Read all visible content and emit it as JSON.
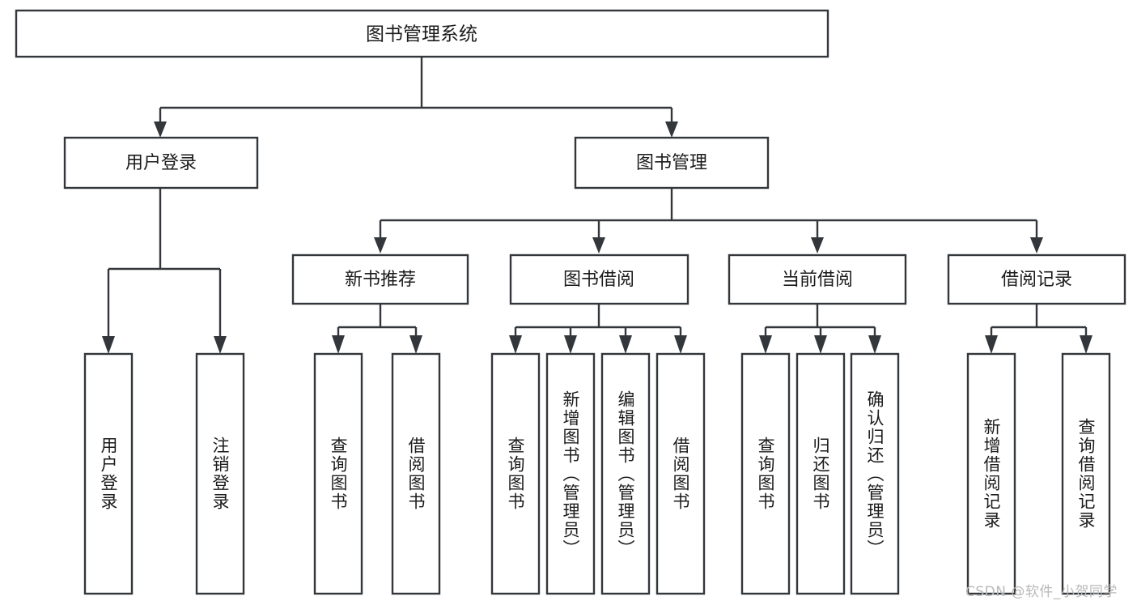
{
  "diagram": {
    "type": "tree",
    "title_node": {
      "label": "图书管理系统"
    },
    "level2": [
      {
        "label": "用户登录"
      },
      {
        "label": "图书管理"
      }
    ],
    "level3": [
      {
        "label": "新书推荐"
      },
      {
        "label": "图书借阅"
      },
      {
        "label": "当前借阅"
      },
      {
        "label": "借阅记录"
      }
    ],
    "leaves": {
      "user_login": [
        {
          "label": "用户登录"
        },
        {
          "label": "注销登录"
        }
      ],
      "new_book_recommend": [
        {
          "label": "查询图书"
        },
        {
          "label": "借阅图书"
        }
      ],
      "book_borrow": [
        {
          "label": "查询图书"
        },
        {
          "label": "新增图书（管理员）"
        },
        {
          "label": "编辑图书（管理员）"
        },
        {
          "label": "借阅图书"
        }
      ],
      "current_borrow": [
        {
          "label": "查询图书"
        },
        {
          "label": "归还图书"
        },
        {
          "label": "确认归还（管理员）"
        }
      ],
      "borrow_records": [
        {
          "label": "新增借阅记录"
        },
        {
          "label": "查询借阅记录"
        }
      ]
    }
  },
  "watermark": {
    "text": "CSDN @软件_小贺同学"
  },
  "colors": {
    "stroke": "#33373b",
    "fill": "#ffffff",
    "text": "#1b1b1b",
    "watermark": "#b9b9b9"
  }
}
